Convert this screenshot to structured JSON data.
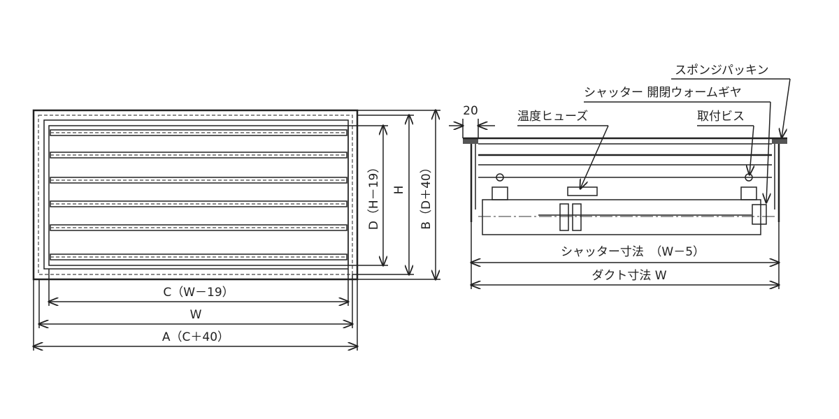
{
  "front_view": {
    "dim_c": "C（W－19）",
    "dim_w": "W",
    "dim_a": "A（C＋40）",
    "dim_d": "D（H－19）",
    "dim_h": "H",
    "dim_b": "B（D＋40）"
  },
  "section_view": {
    "dim_flange": "20",
    "label_fuse": "温度ヒューズ",
    "label_gear": "シャッター 開閉ウォームギヤ",
    "label_sponge": "スポンジパッキン",
    "label_screw": "取付ビス",
    "dim_shutter": "シャッター寸法　（W－5）",
    "dim_duct": "ダクト寸法 W"
  }
}
